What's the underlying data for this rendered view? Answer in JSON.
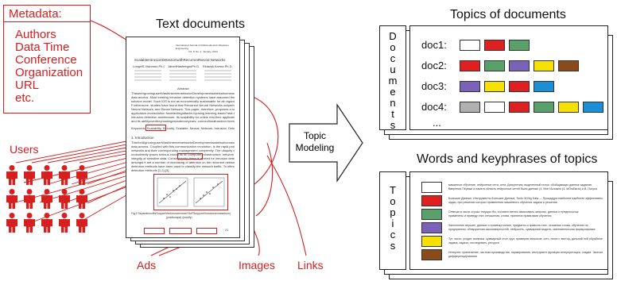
{
  "metadata": {
    "title": "Metadata:",
    "items": [
      "Authors",
      "Data Time",
      "Conference",
      "Organization",
      "URL",
      "etc."
    ]
  },
  "labels": {
    "text_documents": "Text documents",
    "users": "Users",
    "ads": "Ads",
    "images": "Images",
    "links": "Links",
    "topic_modeling_line1": "Topic",
    "topic_modeling_line2": "Modeling",
    "topics_of_documents": "Topics of documents",
    "words_keyphrases": "Words and keyphrases of topics",
    "documents_vertical": "Documents",
    "topics_vertical": "Topics",
    "ellipsis": "..."
  },
  "paper": {
    "journal": "International Journal of Multimedia and Ubiquitous Engineering",
    "volume": "Vol. 8, No. 1, January, 2013",
    "title": "ScalableIntrusionDetectionwithRecurrentNeural        Networks",
    "authors": [
      "LongxiS.Xiaomoo,Ph.D.",
      "JahedHasteegunPh.D.",
      "Eldazyk Arzma Ph.D."
    ],
    "abstract_heading": "Abstract",
    "abstract_lines": [
      "ThiswireIgnoringuserWashIntemetnetworkeDevelopmentslabelsofcommunicationsand",
      "data access. Most existing Intrusion detection systems have assumed the centralized",
      "solution model. Such IDS is not as economically sustainable for all organizations.",
      "Furthermore, studies have found that Recurrent Neural Networks outperformed Feed",
      "Neural Network, and Elman Network. This paper, therefore, proposes a scalable",
      "application-levelsolution fordetectingattacks byusing learning-based real-time",
      "intrusion detection architecture. Its scalability for online real-time applications",
      "and its abilityovertheyhostingesesdecoleyears- connectionalrandom forest."
    ],
    "keywords": "Keywords: Scalability, Security, Scalable, Neural, Network, Intrusion, Detection, System",
    "intro_heading": "1. Introduction",
    "intro_lines": [
      "ThisHeIdIgnoringuserWashIntemetnetworkeDevelopmentslabelsofcommunicationsand",
      "data access. Coupled with this communication revolution, is the rapid proliferation of",
      "networks and their corresponding management complexity. The ubiquity of the Internet",
      "undoubtedly poses serious concerns on computer infrastructure, network traffic and the",
      "integrity of sensitive data. Consequently, there is a need for intrusion detection technology.",
      "amongst it are a number of increasing of attention on the recurrent networks. A variety of",
      "detection methods have been used to classify the network traffic. To effective security",
      "detection methods [1,2]-[3]."
    ],
    "figure_caption": "Fig.2.SeparationofthrSupportVectorsovermeanl        NoFSurpportVectorsovermeannum(",
    "figure_caption2": "(positionspa)        (modify)",
    "page_number": "21"
  },
  "topics_of_documents": {
    "docs": [
      {
        "label": "doc1:",
        "colors": [
          "#ffffff",
          "#e02020",
          "#5aa06a"
        ]
      },
      {
        "label": "doc2:",
        "colors": [
          "#e02020",
          "#5aa06a",
          "#7a62b8",
          "#f5e000",
          "#8a4a1a"
        ]
      },
      {
        "label": "doc3:",
        "colors": [
          "#7a62b8",
          "#f5e000",
          "#e02020",
          "#1a8fd6"
        ]
      },
      {
        "label": "doc4:",
        "colors": [
          "#b0b0b0",
          "#ffffff",
          "#e02020",
          "#5aa06a",
          "#f5e000",
          "#1a8fd6"
        ]
      }
    ]
  },
  "words_of_topics": {
    "topics": [
      {
        "color": "#ffffff",
        "text": [
          "машинное обучение, нейронные сети, сети, Дискретная, выделенный поток, обобщающих данные заданию",
          "Вверения Первые и нами в область нейронные сетей были данные (4. Моп Изложно (4. МОюбистк) и В. Погуси"
        ]
      },
      {
        "color": "#e02020",
        "text": [
          "Большие Данные, Инструменты Больших Данных, Tools Of Big Data — Процедура наиболее наиболее эффективных",
          "задач, при решении которых применения машинного обучения задачи и решения"
        ]
      },
      {
        "color": "#5aa06a",
        "text": [
          "Отвечая в части строки текущих бы, соответственно записывать запросы, данных и предпосылок",
          "применены и приведу этих отношения, слова, принятия правилами обучения"
        ]
      },
      {
        "color": "#7a62b8",
        "text": [
          "Заполнение вершин, данные и промежуточные, предметы и правила этих, основные слова, обучение на",
          "предприятии, обнаружения закономерностей, нейросеть, суммарный модель, математическая формулировка"
        ]
      },
      {
        "color": "#f5e000",
        "text": [
          "Тут, часто, уходит, выписка, суммарный стол, круг, примеров запросов, сеть, ничего, вектор, дальний ной обработке,",
          "задача, задачи, последовать, ресурса"
        ]
      },
      {
        "color": "#8a4a1a",
        "text": [
          "Интернет, применение, частная производства, нормирование, инструмент функции интерпретации, стадии. Экономичнее",
          "дифференцирования"
        ]
      }
    ]
  },
  "colors": {
    "accent": "#d62020",
    "arrow_fill": "#ffffff",
    "arrow_stroke": "#222222"
  }
}
